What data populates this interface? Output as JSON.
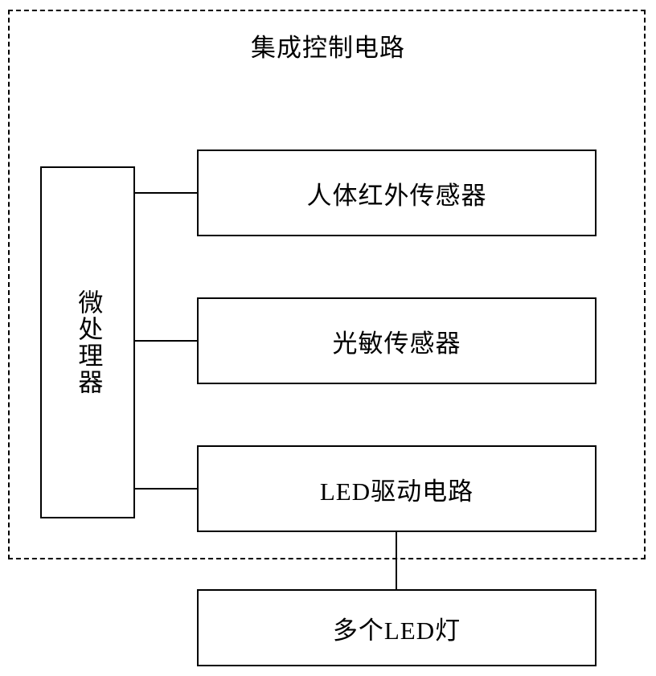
{
  "diagram": {
    "title": "集成控制电路",
    "container_label": "集成控制电路",
    "processor": {
      "label": "微处理器"
    },
    "blocks": [
      {
        "id": "ir-sensor",
        "label": "人体红外传感器"
      },
      {
        "id": "light-sensor",
        "label": "光敏传感器"
      },
      {
        "id": "led-driver",
        "label": "LED驱动电路"
      },
      {
        "id": "led-lamps",
        "label": "多个LED灯"
      }
    ],
    "colors": {
      "line": "#000000",
      "background": "#ffffff",
      "text": "#000000"
    }
  }
}
